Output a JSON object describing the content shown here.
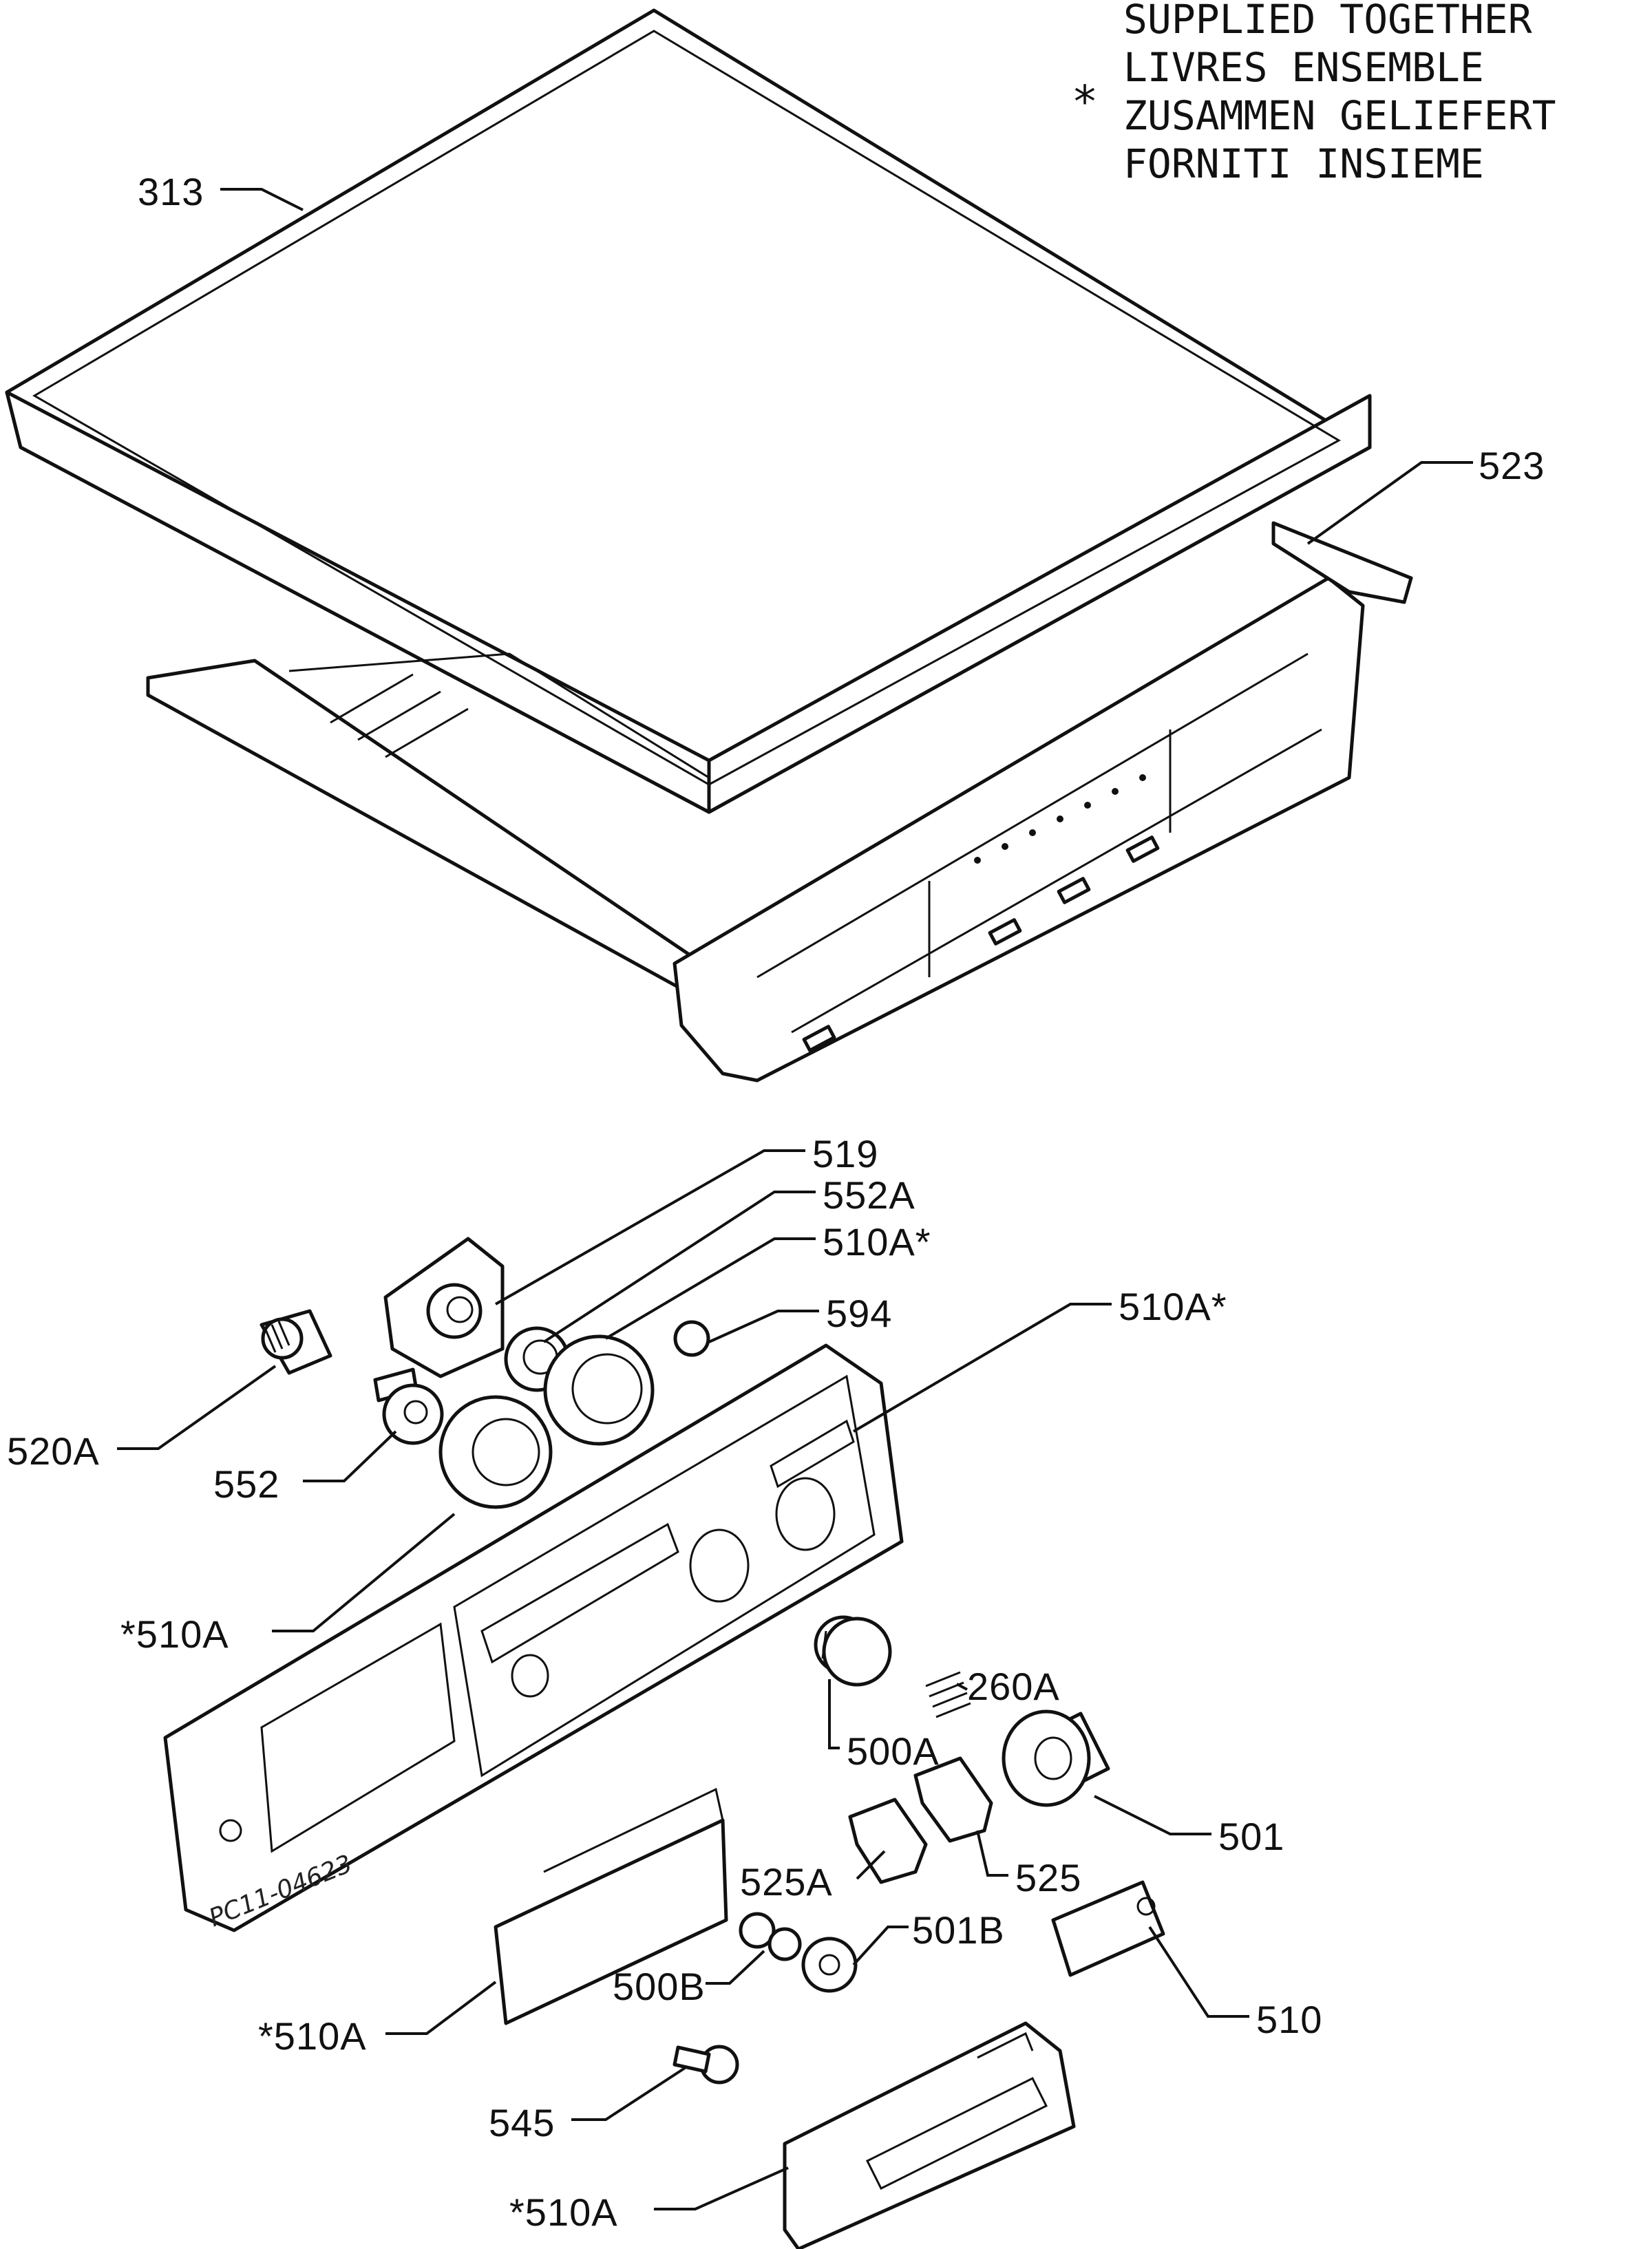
{
  "note": {
    "symbol": "*",
    "lines": [
      "SUPPLIED TOGETHER",
      "LIVRES ENSEMBLE",
      "ZUSAMMEN GELIEFERT",
      "FORNITI INSIEME"
    ]
  },
  "labels": {
    "p313": "313",
    "p523": "523",
    "p519": "519",
    "p552a": "552A",
    "p510a_star1": "510A*",
    "p594": "594",
    "p510a_star2": "510A*",
    "p520a": "520A",
    "p552": "552",
    "p510a_pre1": "*510A",
    "p260a": "260A",
    "p500a": "500A",
    "p501": "501",
    "p525a": "525A",
    "p525": "525",
    "p501b": "501B",
    "p500b": "500B",
    "p510a_pre2": "*510A",
    "p510": "510",
    "p545": "545",
    "p510a_pre3": "*510A"
  },
  "drawing_code": "PC11-04623"
}
